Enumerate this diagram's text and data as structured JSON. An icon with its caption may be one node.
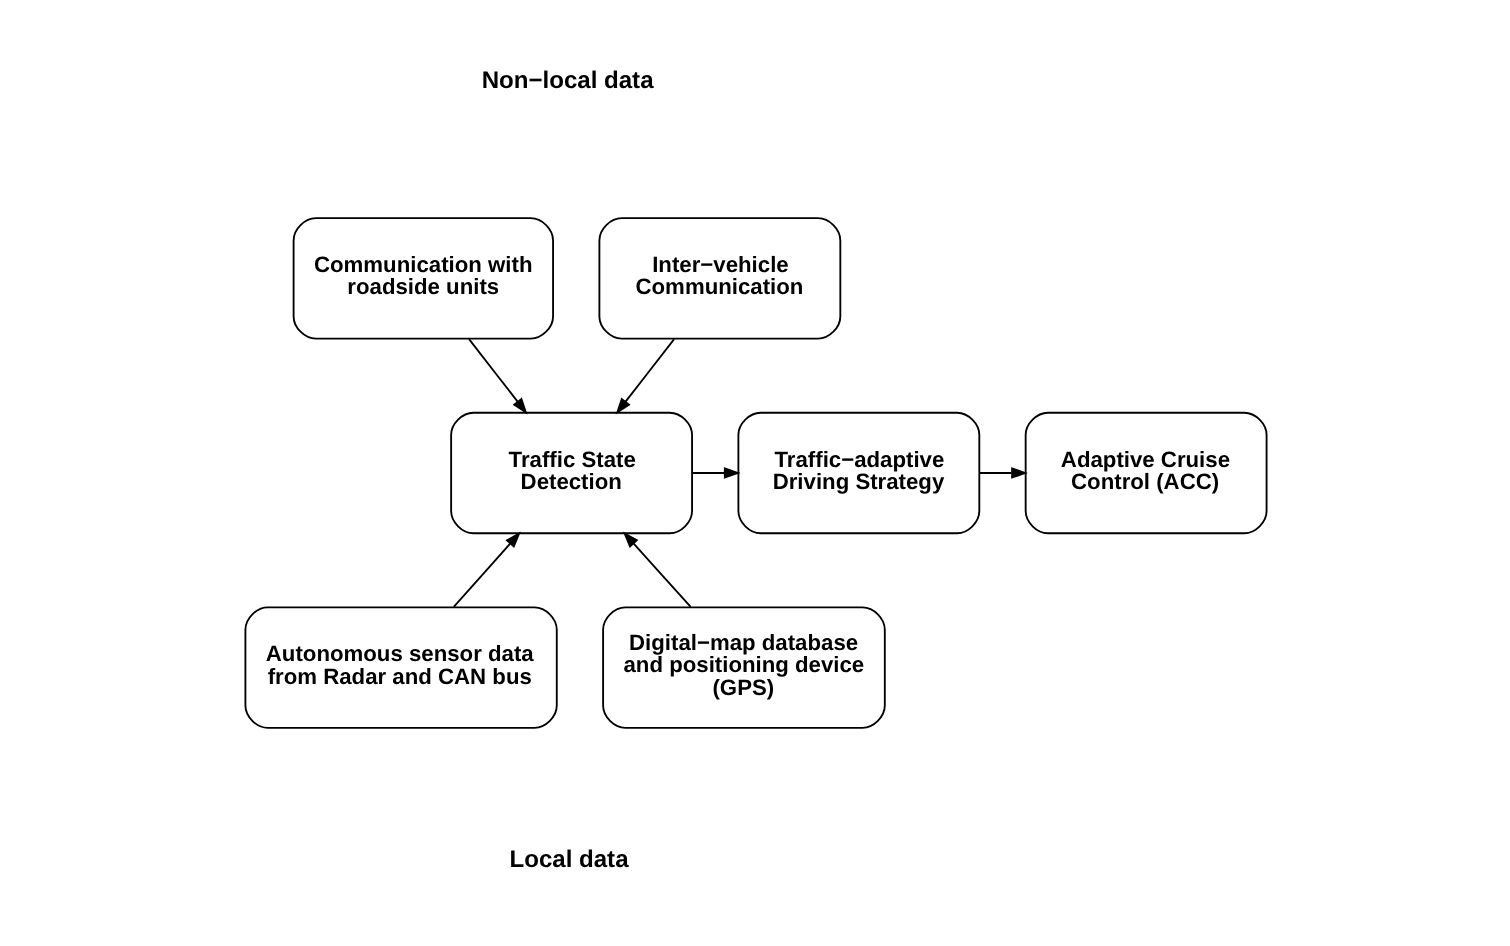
{
  "diagram": {
    "nodes": [
      {
        "text": [
          "Communication with roadside units"
        ]
      },
      {
        "text": [
          "Inter−vehicle Communication"
        ]
      },
      {
        "text": [
          "Traffic State Detection"
        ]
      },
      {
        "text": [
          "Traffic−adaptive Driving Strategy"
        ]
      },
      {
        "text": [
          "Adaptive Cruise Control (ACC)"
        ]
      },
      {
        "text": [
          "Autonomous sensor data from Radar and CAN bus"
        ]
      },
      {
        "text": [
          "Digital−map database and positioning device (GPS)"
        ]
      }
    ],
    "edges": [
      {
        "from": 0,
        "to": 2,
        "arrow": "to"
      },
      {
        "from": 1,
        "to": 2,
        "arrow": "to"
      },
      {
        "from": 2,
        "to": 3,
        "arrow": "to"
      },
      {
        "from": 3,
        "to": 4,
        "arrow": "to"
      },
      {
        "from": 5,
        "to": 2,
        "arrow": "to"
      },
      {
        "from": 6,
        "to": 2,
        "arrow": "to"
      }
    ],
    "labels": [
      "Non−local data",
      "Local data"
    ]
  }
}
